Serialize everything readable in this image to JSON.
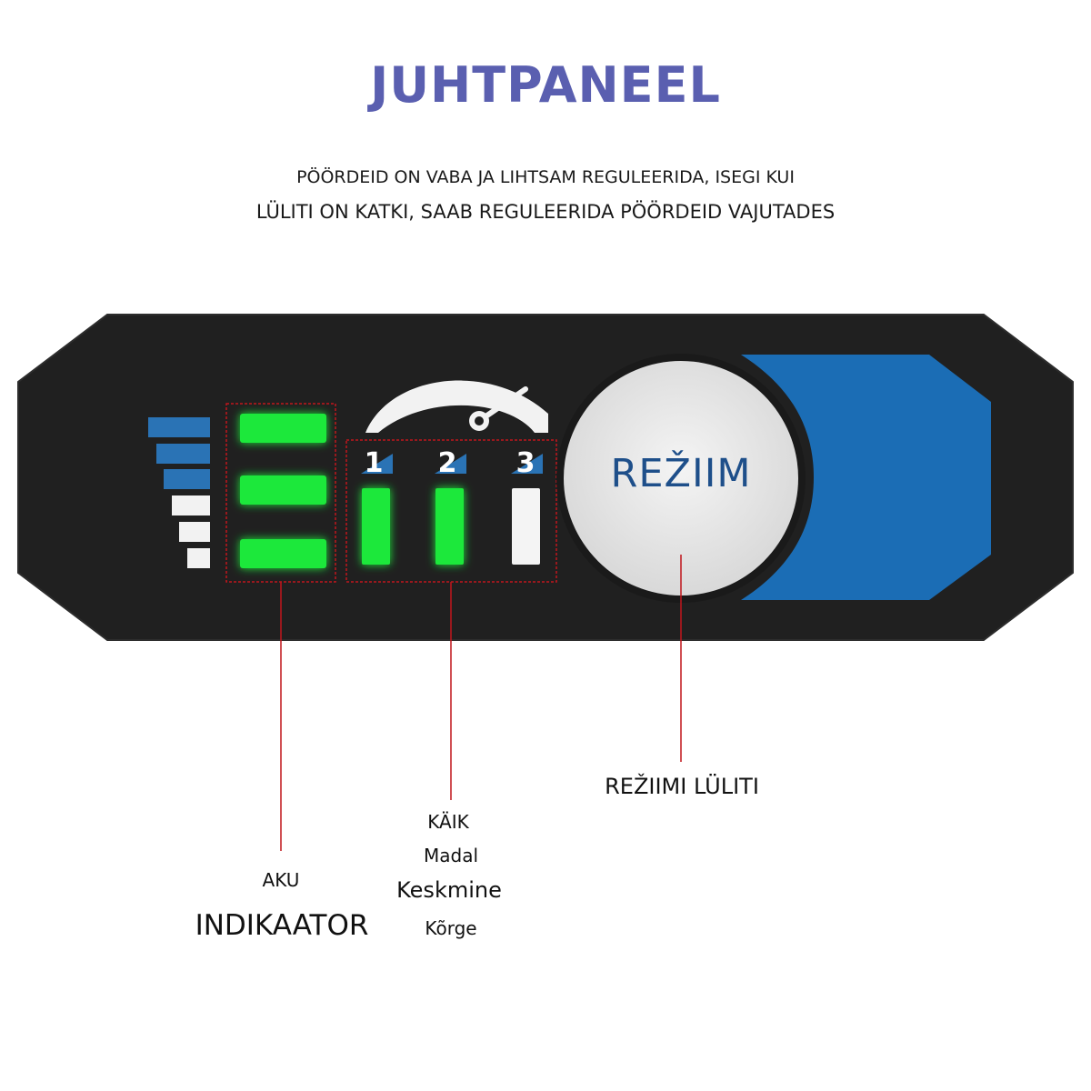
{
  "header": {
    "title": "JUHTPANEEL",
    "subtitle_line1": "PÖÖRDEID ON VABA JA LIHTSAM REGULEERIDA, ISEGI KUI",
    "subtitle_line2": "LÜLITI ON KATKI, SAAB REGULEERIDA PÖÖRDEID VAJUTADES"
  },
  "panel": {
    "gears": [
      "1",
      "2",
      "3"
    ],
    "active_gears": 2,
    "battery_bars_lit": 3,
    "mode_button_label": "REŽIIM"
  },
  "callouts": {
    "battery_label_top": "AKU",
    "battery_label_bottom": "INDIKAATOR",
    "gear_label": "KÄIK",
    "gear_low": "Madal",
    "gear_mid": "Keskmine",
    "gear_high": "Kõrge",
    "mode_switch_label": "REŽIIMI LÜLITI"
  },
  "colors": {
    "title": "#5a5fb0",
    "panel": "#202020",
    "accent_blue": "#1b6db5",
    "led_green": "#1ee83a",
    "callout_line": "#c0161c"
  }
}
